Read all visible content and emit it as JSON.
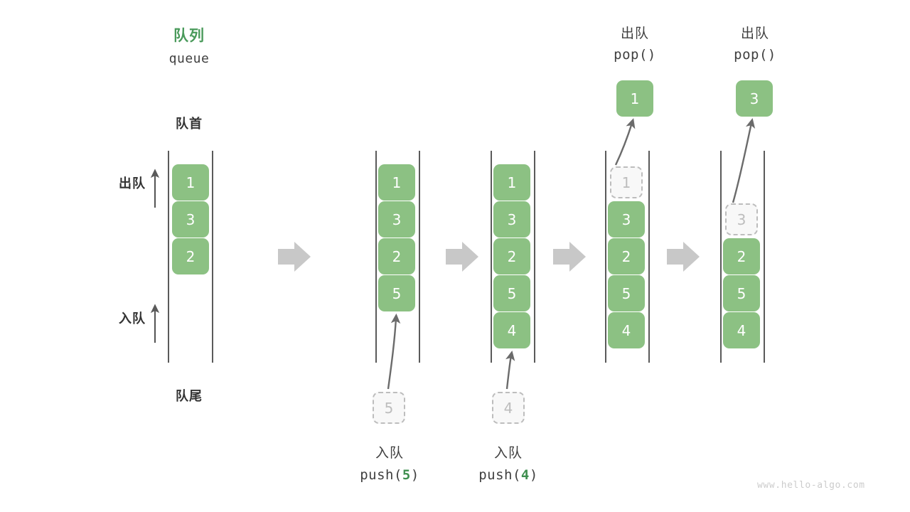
{
  "meta": {
    "watermark": "www.hello-algo.com"
  },
  "header": {
    "title_cn": "队列",
    "title_code": "queue",
    "title_color": "#4a9a5b"
  },
  "annotations": {
    "front_label": "队首",
    "rear_label": "队尾",
    "dequeue_label": "出队",
    "enqueue_label": "入队"
  },
  "colors": {
    "cell_fill": "#8cc183",
    "cell_text": "#ffffff",
    "ghost_fill": "#f8f8f8",
    "ghost_border": "#bdbdbd",
    "ghost_text": "#bdbdbd",
    "rail": "#5a5a5a",
    "arrow_gray": "#c8c8c8",
    "curve_arrow": "#6b6b6b",
    "accent_green": "#3f8f4f"
  },
  "stages": [
    {
      "id": "stage-initial",
      "op_cn": "",
      "op_code": "",
      "op_arg": "",
      "cells": [
        "1",
        "3",
        "2"
      ],
      "ghost_index": null,
      "ghost_value": "",
      "incoming_value": "",
      "popped_value": ""
    },
    {
      "id": "stage-push-5",
      "op_cn": "入队",
      "op_code_prefix": "push(",
      "op_arg": "5",
      "op_code_suffix": ")",
      "cells": [
        "1",
        "3",
        "2",
        "5"
      ],
      "incoming_value": "5",
      "popped_value": ""
    },
    {
      "id": "stage-push-4",
      "op_cn": "入队",
      "op_code_prefix": "push(",
      "op_arg": "4",
      "op_code_suffix": ")",
      "cells": [
        "1",
        "3",
        "2",
        "5",
        "4"
      ],
      "incoming_value": "4",
      "popped_value": ""
    },
    {
      "id": "stage-pop-1",
      "op_cn": "出队",
      "op_code_prefix": "pop(",
      "op_arg": "",
      "op_code_suffix": ")",
      "cells": [
        "1",
        "3",
        "2",
        "5",
        "4"
      ],
      "ghost_index": 0,
      "ghost_value": "1",
      "popped_value": "1"
    },
    {
      "id": "stage-pop-3",
      "op_cn": "出队",
      "op_code_prefix": "pop(",
      "op_arg": "",
      "op_code_suffix": ")",
      "cells": [
        "3",
        "2",
        "5",
        "4"
      ],
      "ghost_index": 0,
      "ghost_value": "3",
      "popped_value": "3"
    }
  ],
  "separators": [
    "flow-arrow-1",
    "flow-arrow-2",
    "flow-arrow-3",
    "flow-arrow-4"
  ]
}
